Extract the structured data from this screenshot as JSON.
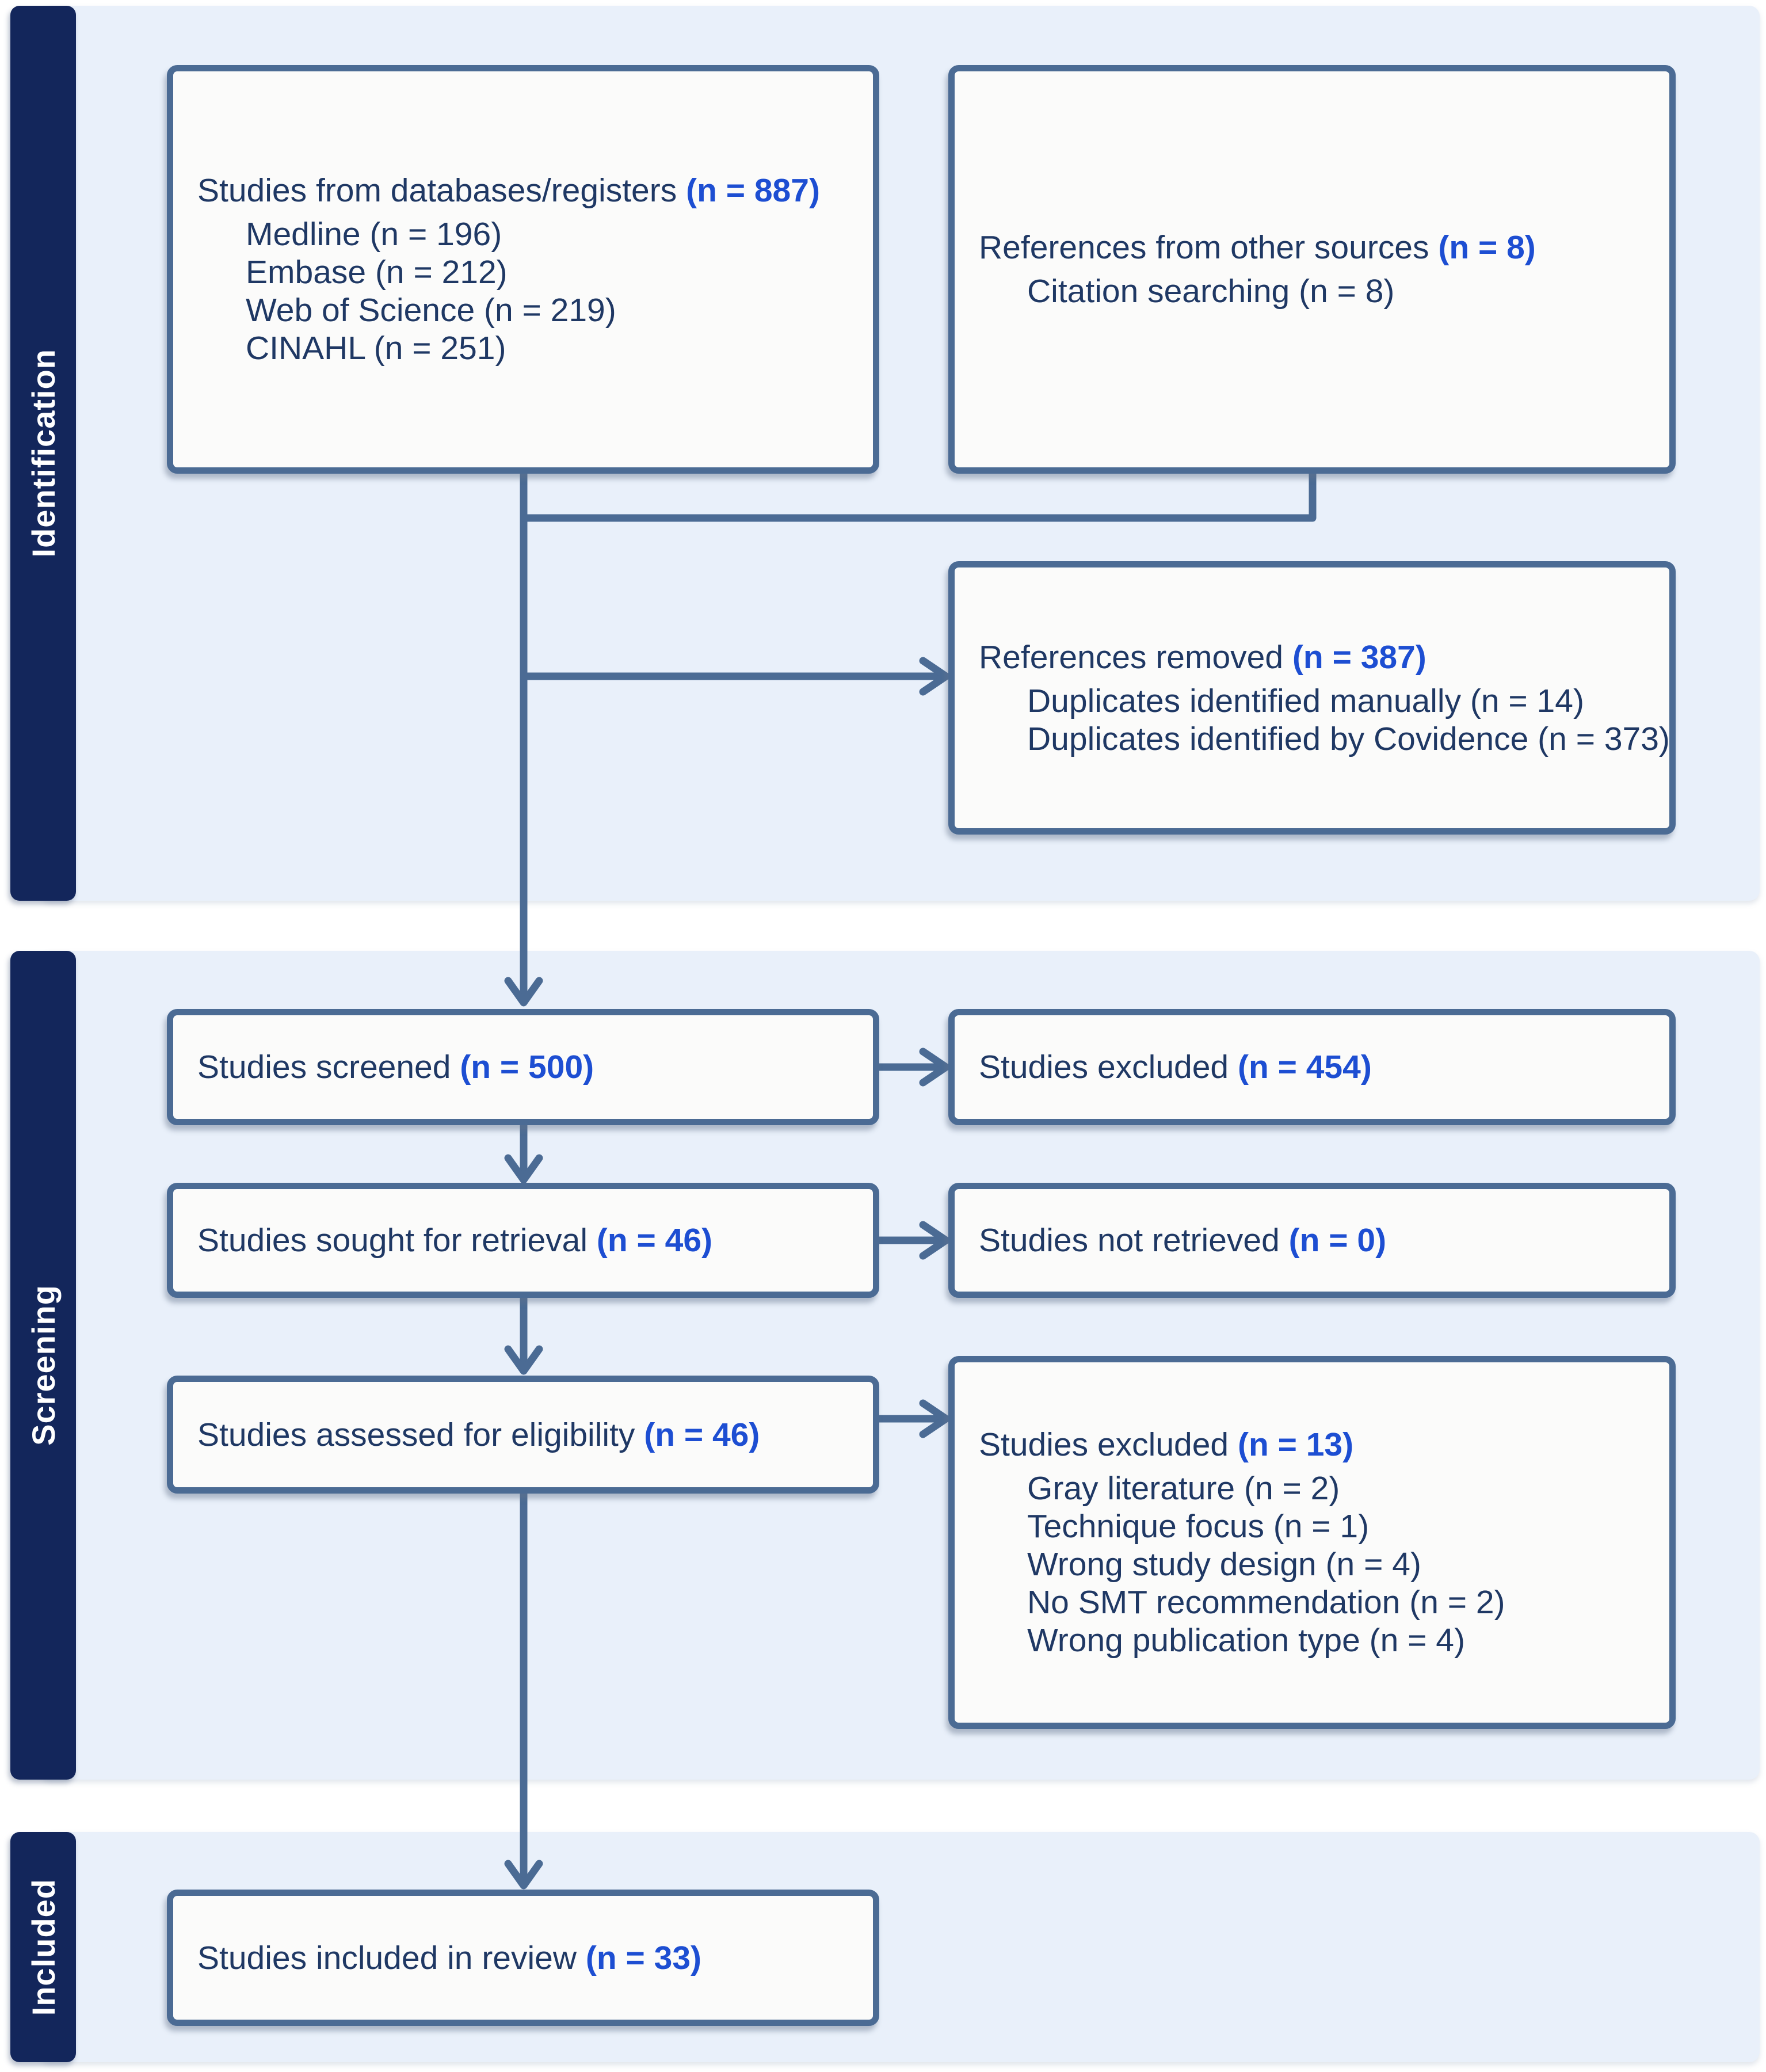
{
  "sidebar": {
    "sections": [
      "Identification",
      "Screening",
      "Included"
    ]
  },
  "boxes": {
    "databases": {
      "title": "Studies from databases/registers",
      "count": "(n = 887)",
      "items": [
        "Medline (n = 196)",
        "Embase (n = 212)",
        "Web of Science (n = 219)",
        "CINAHL (n = 251)"
      ]
    },
    "other_sources": {
      "title": "References from other sources",
      "count": "(n = 8)",
      "items": [
        "Citation searching (n = 8)"
      ]
    },
    "references_removed": {
      "title": "References removed",
      "count": "(n = 387)",
      "items": [
        "Duplicates identified manually (n = 14)",
        "Duplicates identified by Covidence (n = 373)"
      ]
    },
    "screened": {
      "title": "Studies screened",
      "count": "(n = 500)"
    },
    "excluded_screening": {
      "title": "Studies excluded",
      "count": "(n = 454)"
    },
    "sought": {
      "title": "Studies sought for retrieval",
      "count": "(n = 46)"
    },
    "not_retrieved": {
      "title": "Studies not retrieved",
      "count": "(n = 0)"
    },
    "assessed": {
      "title": "Studies assessed for eligibility",
      "count": "(n = 46)"
    },
    "excluded_eligibility": {
      "title": "Studies excluded",
      "count": "(n = 13)",
      "items": [
        "Gray literature (n = 2)",
        "Technique focus (n = 1)",
        "Wrong study design (n = 4)",
        "No SMT recommendation (n = 2)",
        "Wrong publication type (n = 4)"
      ]
    },
    "included": {
      "title": "Studies included in review",
      "count": "(n = 33)"
    }
  },
  "colors": {
    "sidebar_navy": "#13265b",
    "panel_blue": "#e9f0fa",
    "box_border": "#4b6b94",
    "text_navy": "#1f3864",
    "count_blue": "#1d4ed2"
  }
}
